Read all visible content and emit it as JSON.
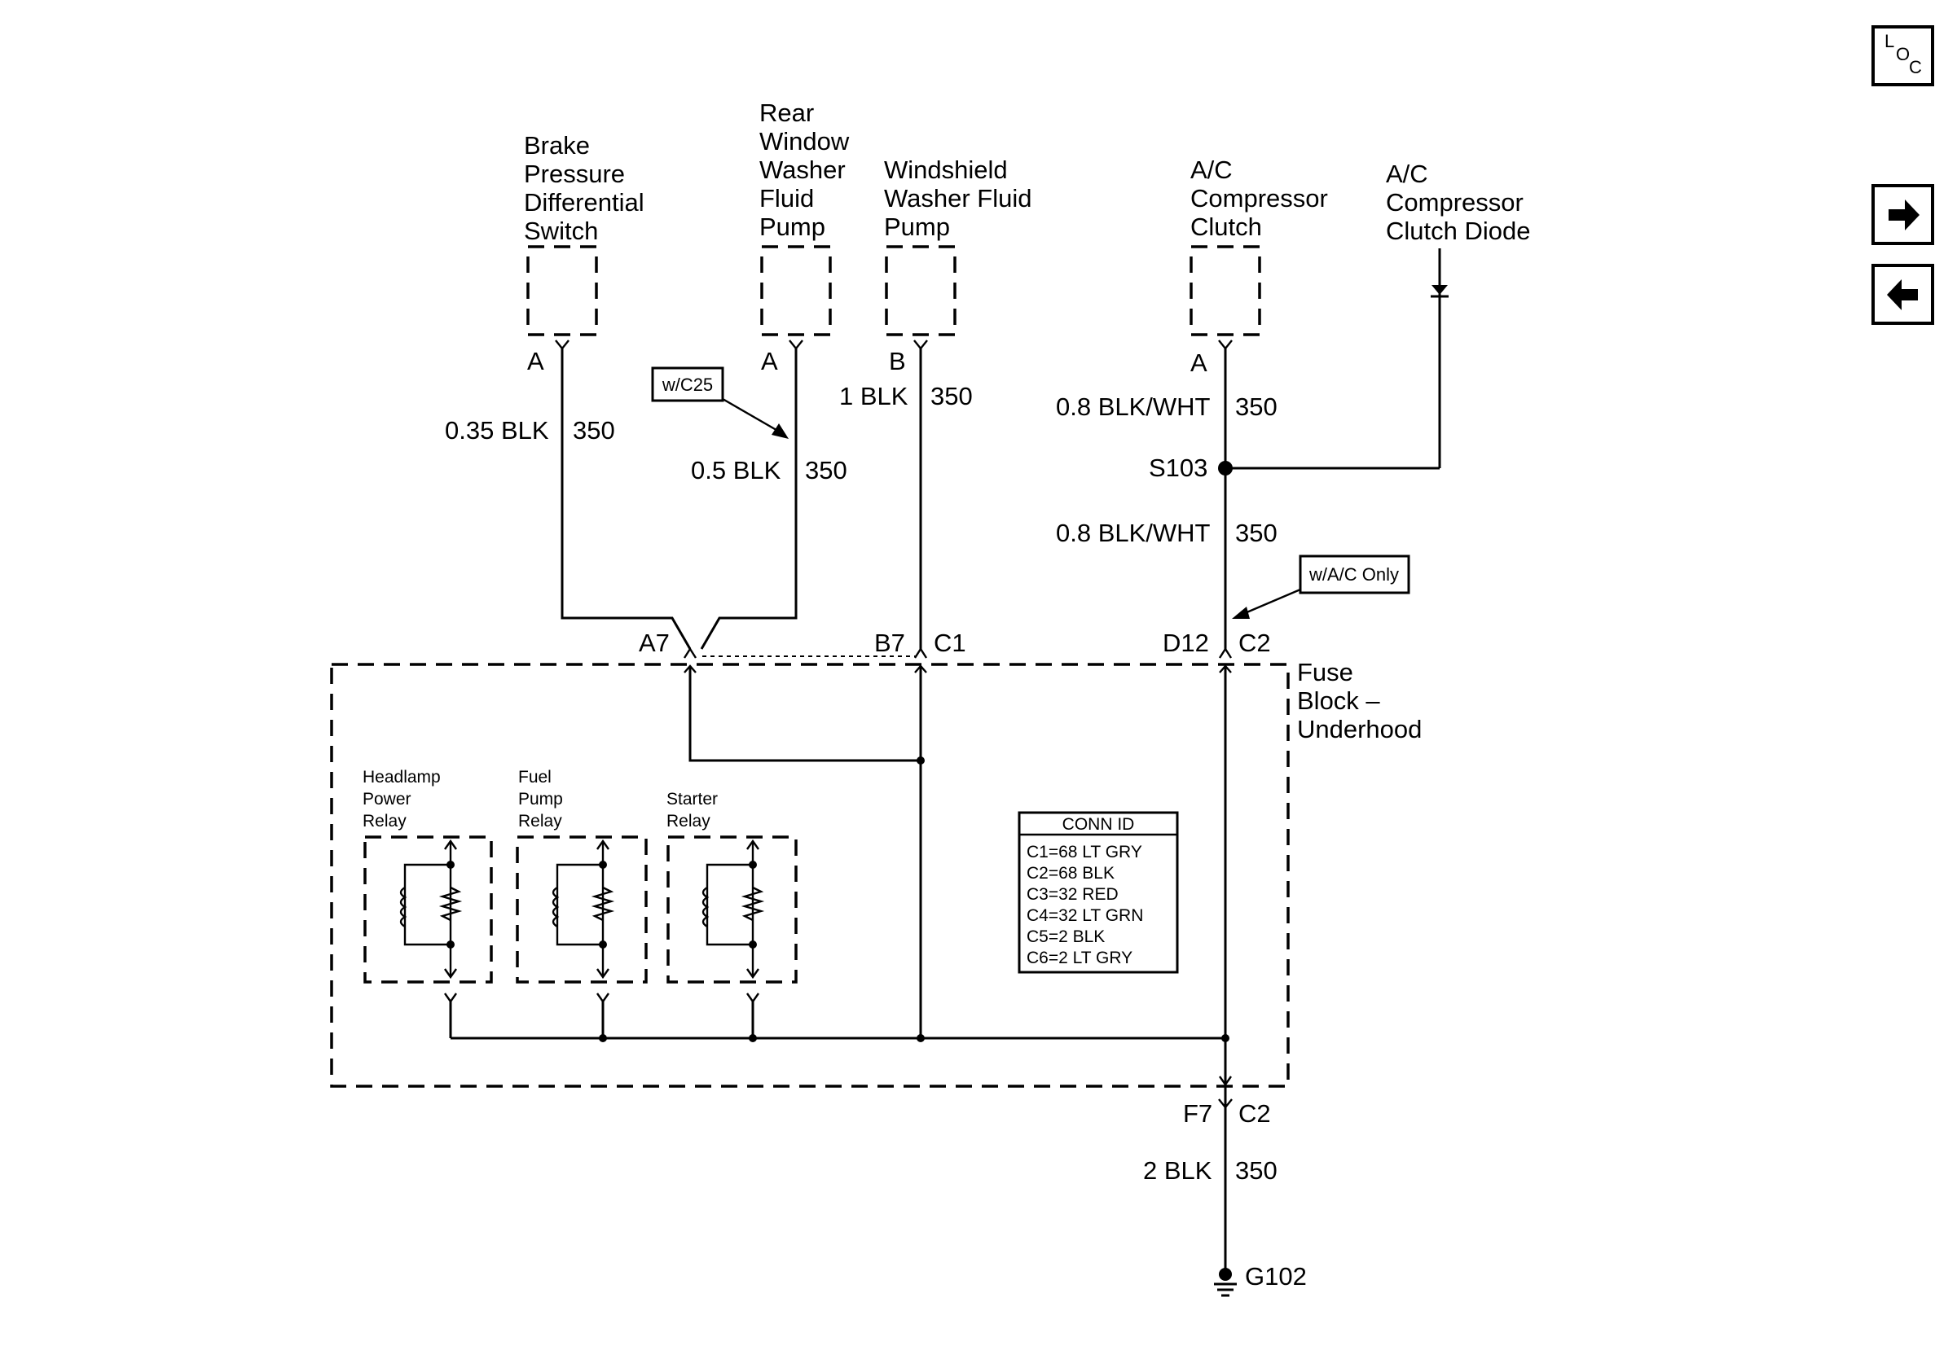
{
  "components": {
    "brake_switch": [
      "Brake",
      "Pressure",
      "Differential",
      "Switch"
    ],
    "rear_washer_pump": [
      "Rear",
      "Window",
      "Washer",
      "Fluid",
      "Pump"
    ],
    "windshield_washer_pump": [
      "Windshield",
      "Washer Fluid",
      "Pump"
    ],
    "ac_clutch": [
      "A/C",
      "Compressor",
      "Clutch"
    ],
    "ac_diode": [
      "A/C",
      "Compressor",
      "Clutch Diode"
    ],
    "fuse_block": [
      "Fuse",
      "Block –",
      "Underhood"
    ],
    "headlamp_relay": [
      "Headlamp",
      "Power",
      "Relay"
    ],
    "fuel_pump_relay": [
      "Fuel",
      "Pump",
      "Relay"
    ],
    "starter_relay": [
      "Starter",
      "Relay"
    ]
  },
  "pins": {
    "brake_a": "A",
    "rear_a": "A",
    "wind_b": "B",
    "ac_a": "A",
    "a7": "A7",
    "b7": "B7",
    "c1": "C1",
    "d12": "D12",
    "c2_top": "C2",
    "f7": "F7",
    "c2_bottom": "C2"
  },
  "wires": {
    "brake": {
      "color": "0.35 BLK",
      "circuit": "350"
    },
    "rear": {
      "color": "0.5 BLK",
      "circuit": "350"
    },
    "wind": {
      "color": "1 BLK",
      "circuit": "350"
    },
    "ac_upper": {
      "color": "0.8 BLK/WHT",
      "circuit": "350"
    },
    "ac_lower": {
      "color": "0.8 BLK/WHT",
      "circuit": "350"
    },
    "ground": {
      "color": "2 BLK",
      "circuit": "350"
    }
  },
  "splice": "S103",
  "ground_point": "G102",
  "notes": {
    "wc25": "w/C25",
    "wac_only": "w/A/C Only"
  },
  "conn_id": {
    "title": "CONN ID",
    "rows": [
      "C1=68 LT GRY",
      "C2=68 BLK",
      "C3=32 RED",
      "C4=32 LT GRN",
      "C5=2 BLK",
      "C6=2 LT GRY"
    ]
  },
  "nav": {
    "loc_l": "L",
    "loc_o": "O",
    "loc_c": "C",
    "next_icon": "right-arrow-icon",
    "prev_icon": "left-arrow-icon"
  }
}
